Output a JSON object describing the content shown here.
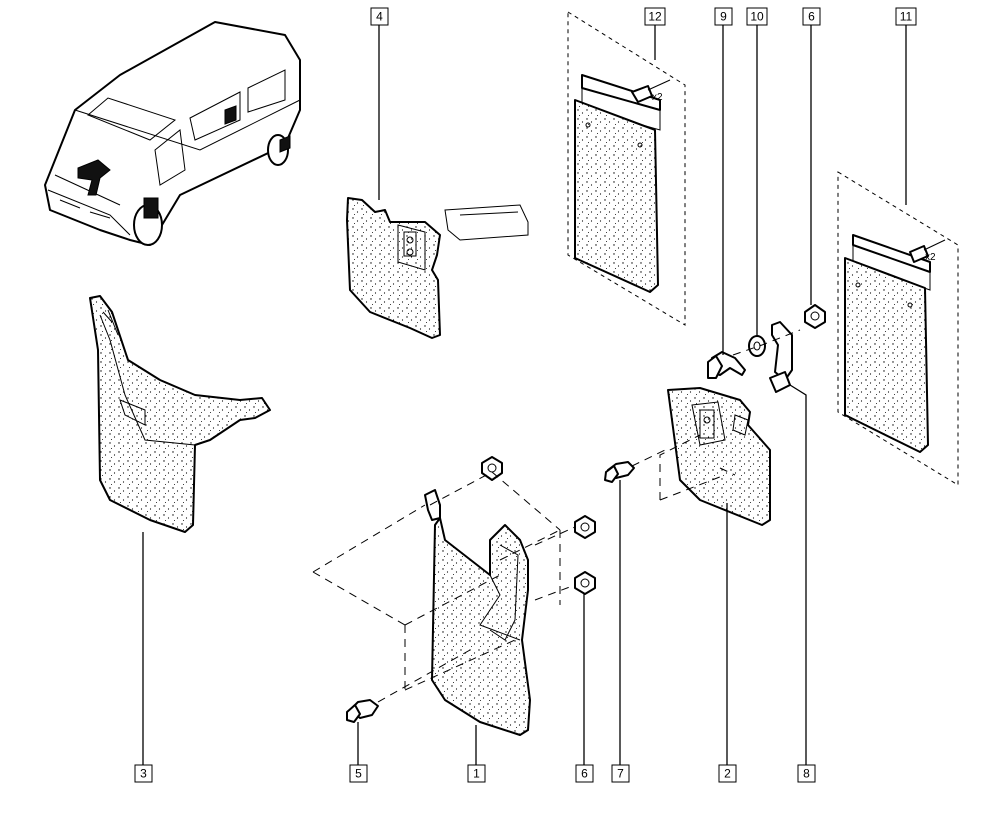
{
  "diagram": {
    "callouts": [
      {
        "id": "c4",
        "label": "4"
      },
      {
        "id": "c12",
        "label": "12"
      },
      {
        "id": "c9",
        "label": "9"
      },
      {
        "id": "c10",
        "label": "10"
      },
      {
        "id": "c6t",
        "label": "6"
      },
      {
        "id": "c11",
        "label": "11"
      },
      {
        "id": "c3",
        "label": "3"
      },
      {
        "id": "c5",
        "label": "5"
      },
      {
        "id": "c1",
        "label": "1"
      },
      {
        "id": "c6b",
        "label": "6"
      },
      {
        "id": "c7",
        "label": "7"
      },
      {
        "id": "c2",
        "label": "2"
      },
      {
        "id": "c8",
        "label": "8"
      }
    ],
    "quantity_notes": [
      "x2",
      "x2"
    ]
  }
}
